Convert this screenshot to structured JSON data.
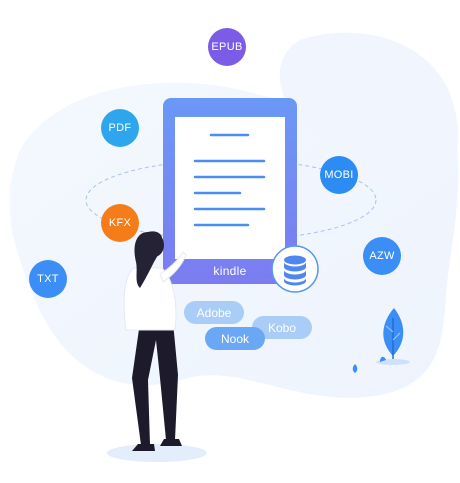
{
  "device": {
    "label": "kindle"
  },
  "formats": {
    "epub": "EPUB",
    "pdf": "PDF",
    "mobi": "MOBI",
    "kfx": "KFX",
    "azw": "AZW",
    "txt": "TXT"
  },
  "platforms": {
    "adobe": "Adobe",
    "kobo": "Kobo",
    "nook": "Nook"
  },
  "colors": {
    "epub": "#7c5ce6",
    "pdf": "#2ea6ee",
    "mobi": "#2c8cf4",
    "kfx": "#f57d19",
    "azw": "#3b8ef5",
    "txt": "#3b8ef5",
    "device": "#6b92f6",
    "platform_pill": "#a9cdf7",
    "nook_pill": "#6aa7f5"
  },
  "icons": {
    "database": "database-icon",
    "tree": "tree-icon",
    "leaf": "leaf-icon",
    "person": "person-illustration"
  }
}
